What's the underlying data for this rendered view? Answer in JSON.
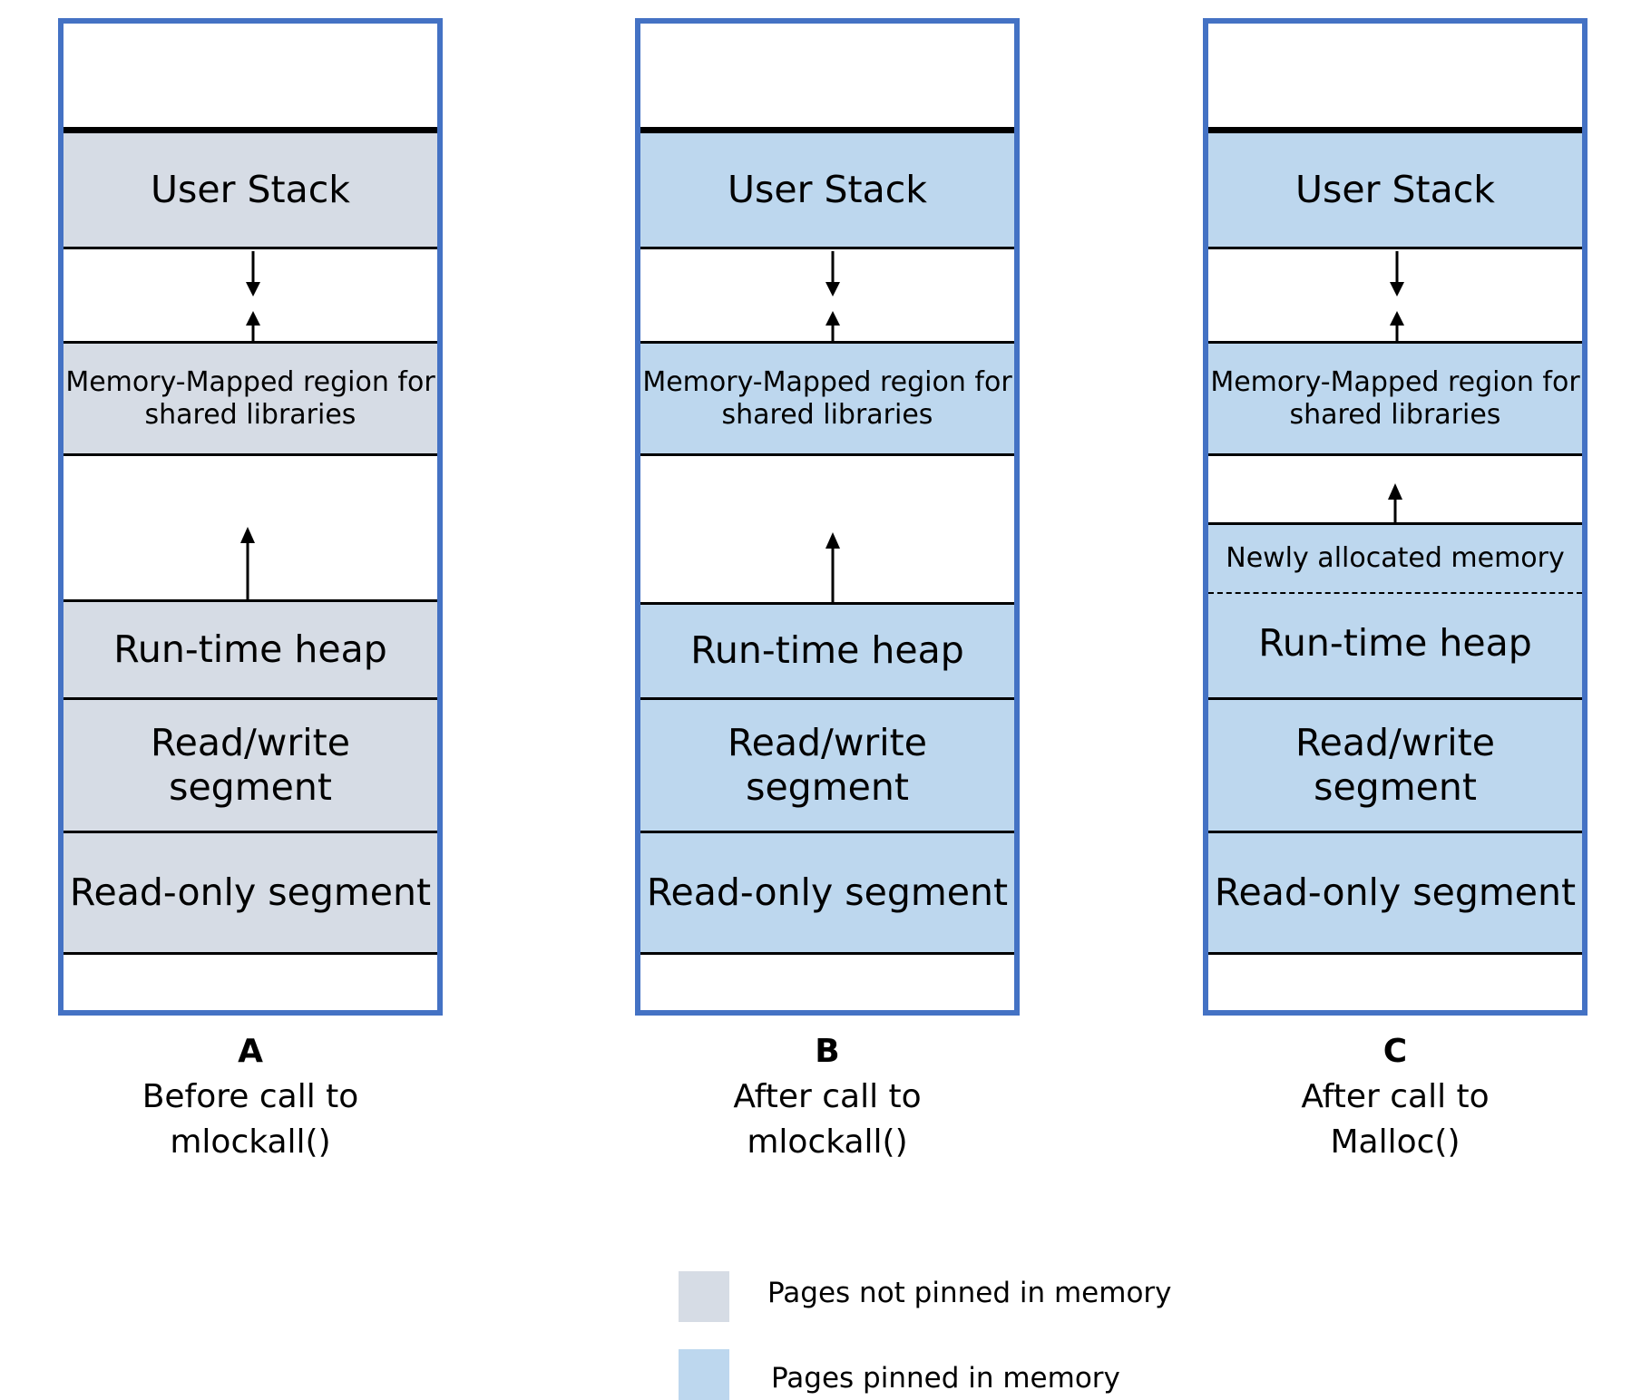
{
  "colors": {
    "not_pinned": "#d6dce5",
    "pinned": "#bdd7ee",
    "border": "#4472c4"
  },
  "panels": [
    {
      "letter": "A",
      "caption_line1": "Before call to",
      "caption_line2": "mlockall()",
      "user_stack": "User Stack",
      "mmap_line1": "Memory-Mapped region for",
      "mmap_line2": "shared libraries",
      "heap": "Run-time heap",
      "rw": "Read/write segment",
      "ro": "Read-only segment"
    },
    {
      "letter": "B",
      "caption_line1": "After call to",
      "caption_line2": "mlockall()",
      "user_stack": "User Stack",
      "mmap_line1": "Memory-Mapped region for",
      "mmap_line2": "shared libraries",
      "heap": "Run-time heap",
      "rw": "Read/write segment",
      "ro": "Read-only segment"
    },
    {
      "letter": "C",
      "caption_line1": "After call to",
      "caption_line2": "Malloc()",
      "user_stack": "User Stack",
      "mmap_line1": "Memory-Mapped region for",
      "mmap_line2": "shared libraries",
      "new_mem": "Newly allocated memory",
      "heap": "Run-time heap",
      "rw": "Read/write segment",
      "ro": "Read-only segment"
    }
  ],
  "legend": {
    "not_pinned": "Pages not pinned in memory",
    "pinned": "Pages pinned in memory"
  }
}
